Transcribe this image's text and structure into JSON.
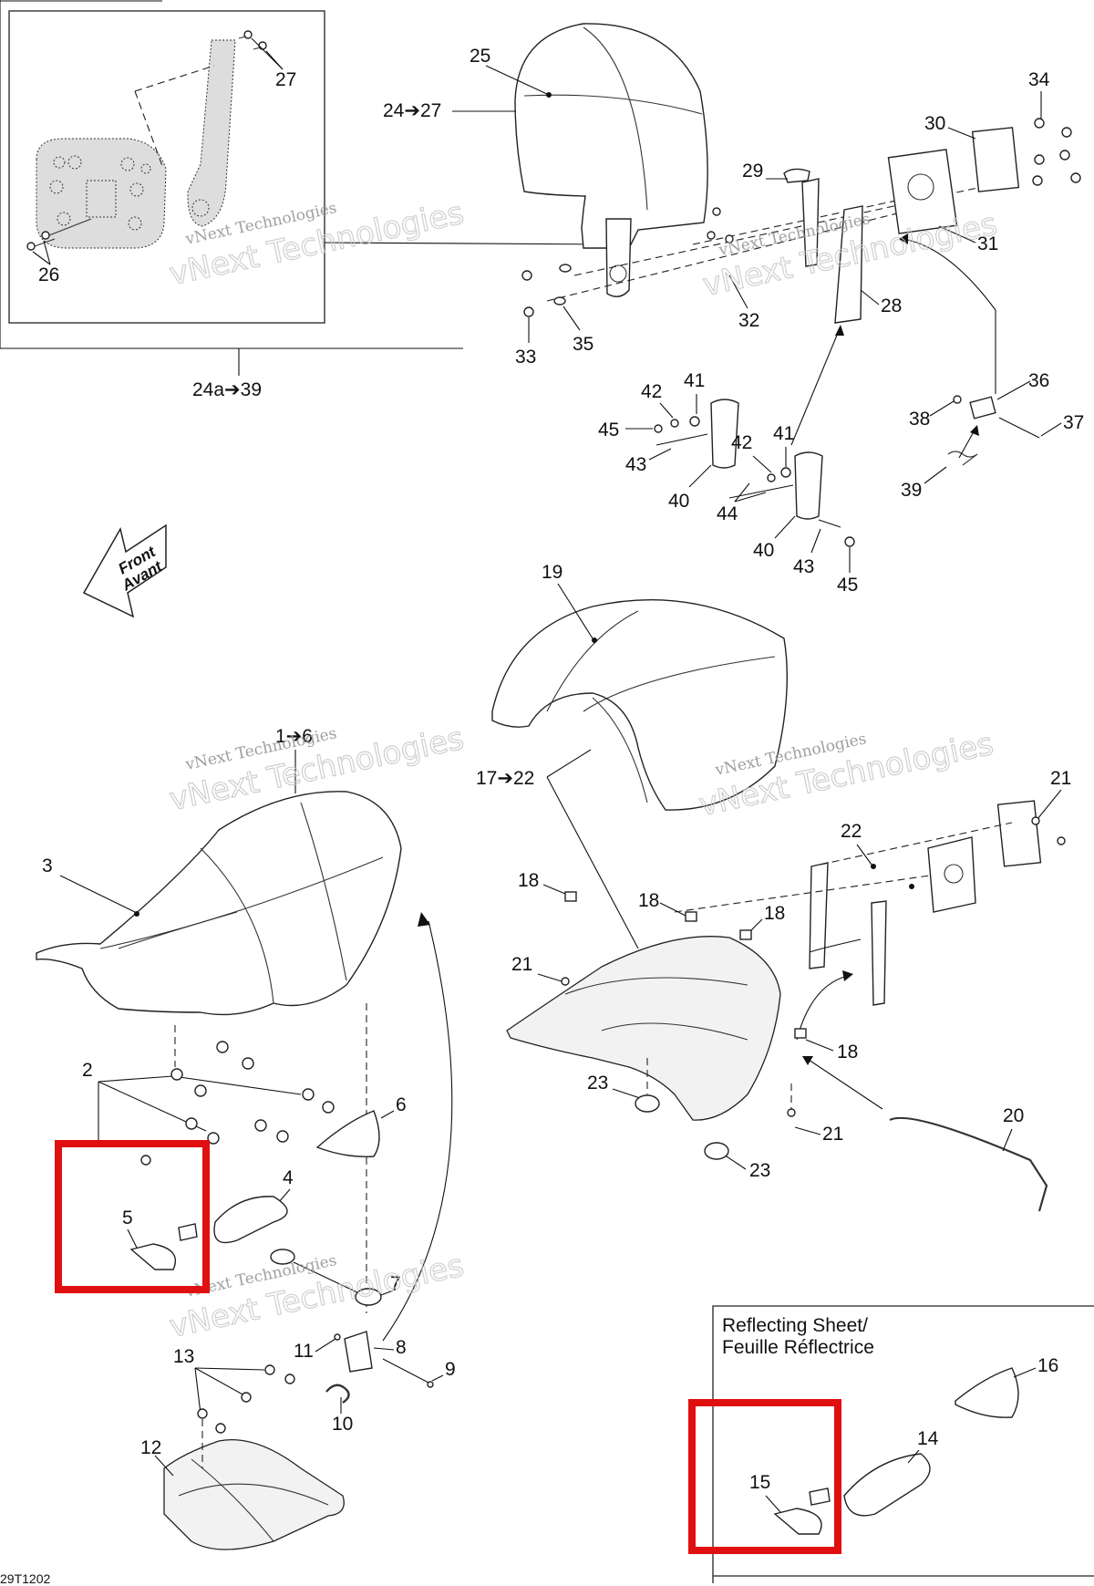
{
  "document_id": "29T1202",
  "front_arrow": {
    "line1": "Front",
    "line2": "Avant"
  },
  "inset": {
    "title_line1": "Reflecting Sheet/",
    "title_line2": "Feuille Réflectrice"
  },
  "watermarks": [
    {
      "small": "vNext Technologies",
      "large": "vNext Technologies"
    },
    {
      "small": "vNext Technologies",
      "large": "vNext Technologies"
    },
    {
      "small": "vNext Technologies",
      "large": "vNext Technologies"
    },
    {
      "small": "vNext Technologies",
      "large": "vNext Technologies"
    },
    {
      "small": "vNext Technologies",
      "large": "vNext Technologies"
    }
  ],
  "callouts": [
    "27",
    "26",
    "25",
    "24➔27",
    "24a➔39",
    "34",
    "30",
    "29",
    "31",
    "28",
    "32",
    "33",
    "35",
    "42",
    "41",
    "45",
    "43",
    "40",
    "42",
    "41",
    "44",
    "40",
    "43",
    "45",
    "36",
    "38",
    "37",
    "39",
    "19",
    "1➔6",
    "17➔22",
    "3",
    "2",
    "6",
    "4",
    "5",
    "7",
    "11",
    "8",
    "9",
    "10",
    "13",
    "12",
    "21",
    "22",
    "18",
    "18",
    "18",
    "21",
    "18",
    "23",
    "21",
    "23",
    "20",
    "16",
    "14",
    "15"
  ],
  "highlight_colors": {
    "box": "#e01010"
  }
}
